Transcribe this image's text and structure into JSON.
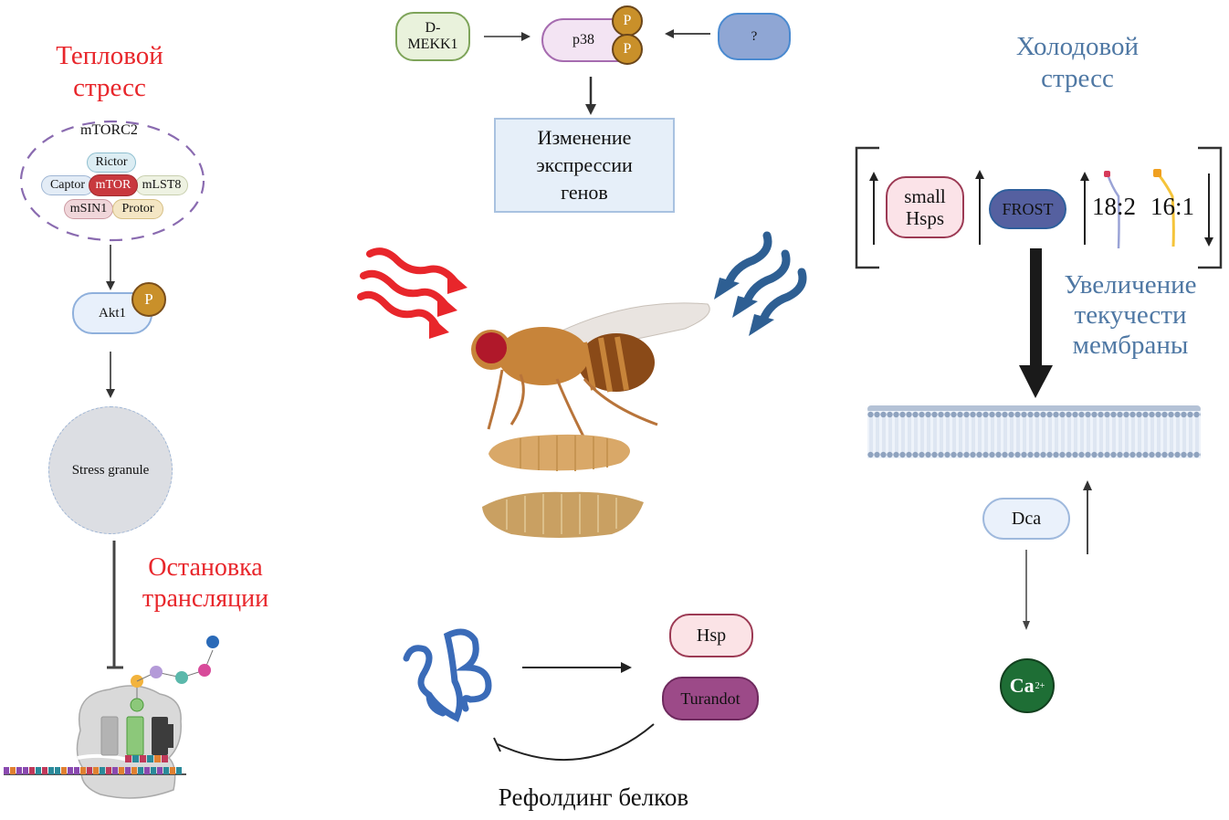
{
  "heat_stress": {
    "title_line1": "Тепловой",
    "title_line2": "стресс",
    "complex_label": "mTORC2",
    "complex_parts": {
      "rictor": "Rictor",
      "captor": "Captor",
      "mtor": "mTOR",
      "mlst8": "mLST8",
      "msin1": "mSIN1",
      "protor": "Protor"
    },
    "akt1": "Akt1",
    "phospho": "P",
    "stress_granule": "Stress granule",
    "translation_stop_line1": "Остановка",
    "translation_stop_line2": "трансляции",
    "color": "#e8262b"
  },
  "center": {
    "dmekk1_line1": "D-",
    "dmekk1_line2": "MEKK1",
    "p38": "p38",
    "phospho1": "P",
    "phospho2": "P",
    "unknown": "?",
    "gene_expr_line1": "Изменение",
    "gene_expr_line2": "экспрессии",
    "gene_expr_line3": "генов",
    "hsp": "Hsp",
    "turandot": "Turandot",
    "refolding": "Рефолдинг белков"
  },
  "cold_stress": {
    "title_line1": "Холодовой",
    "title_line2": "стресс",
    "small_hsps_line1": "small",
    "small_hsps_line2": "Hsps",
    "frost": "FROST",
    "lipid_18_2": "18:2",
    "lipid_16_1": "16:1",
    "fluidity_line1": "Увеличение",
    "fluidity_line2": "текучести",
    "fluidity_line3": "мембраны",
    "dca": "Dca",
    "calcium": "Ca",
    "calcium_charge": "2+",
    "color": "#4f78a4"
  }
}
